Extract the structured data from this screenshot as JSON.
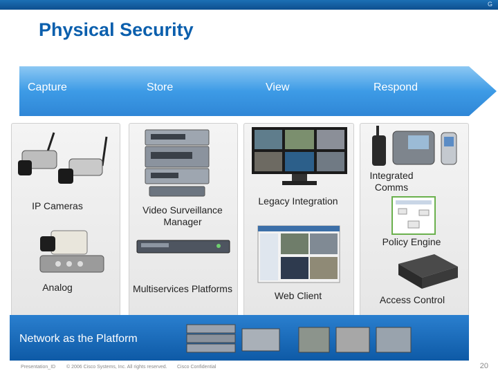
{
  "topbar": {
    "letter": "G"
  },
  "title": "Physical Security",
  "stages": [
    "Capture",
    "Store",
    "View",
    "Respond"
  ],
  "items": {
    "ip_cameras": "IP Cameras",
    "vsm": "Video Surveillance Manager",
    "legacy": "Legacy Integration",
    "integrated_comms": "Integrated Comms",
    "policy_engine": "Policy Engine",
    "analog": "Analog",
    "multiservices": "Multiservices Platforms",
    "web_client": "Web Client",
    "access_control": "Access Control"
  },
  "bottom": {
    "label": "Network as the Platform"
  },
  "footer": {
    "presentation_id": "Presentation_ID",
    "copyright": "© 2006 Cisco Systems, Inc. All rights reserved.",
    "confidential": "Cisco Confidential",
    "page": "20"
  },
  "colors": {
    "brand_blue": "#0b5fad",
    "arrow_blue": "#3d9be6"
  }
}
